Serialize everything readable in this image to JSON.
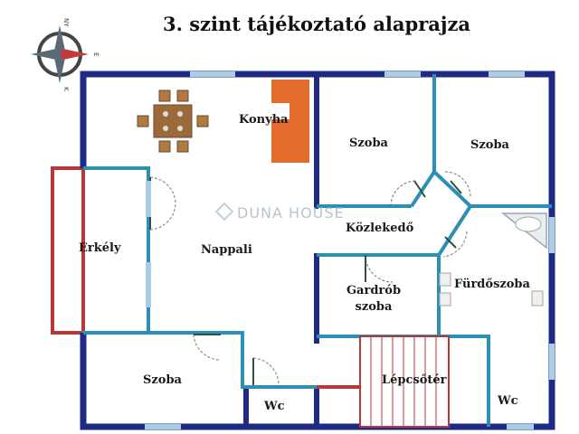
{
  "title": "3. szint tájékoztató alaprajza",
  "compass": {
    "north": "NY",
    "east": "É",
    "south": "K"
  },
  "watermark": "DUNA HOUSE",
  "rooms": {
    "konyha": "Konyha",
    "szoba_top_left": "Szoba",
    "szoba_top_right": "Szoba",
    "kozlekedo": "Közlekedő",
    "erkely": "Erkély",
    "nappali": "Nappali",
    "gardrob_line1": "Gardrób",
    "gardrob_line2": "szoba",
    "furdoszoba": "Fürdőszoba",
    "szoba_bottom": "Szoba",
    "wc_left": "Wc",
    "lepcsoter": "Lépcsőtér",
    "wc_right": "Wc"
  },
  "colors": {
    "outer_wall": "#1f2a86",
    "inner_wall": "#2e8fb5",
    "balcony_wall": "#b83838",
    "window": "#a9cde3",
    "kitchen": "#e36b2c",
    "furniture": "#9a6a3a"
  }
}
